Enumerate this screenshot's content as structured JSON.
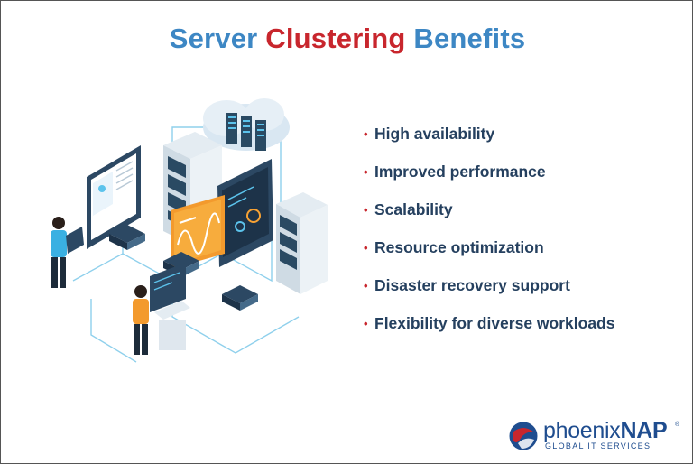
{
  "title": {
    "word1": "Server",
    "word2": "Clustering",
    "word3": "Benefits"
  },
  "benefits": [
    {
      "label": "High availability"
    },
    {
      "label": "Improved performance"
    },
    {
      "label": "Scalability"
    },
    {
      "label": "Resource optimization"
    },
    {
      "label": "Disaster recovery support"
    },
    {
      "label": "Flexibility for diverse workloads"
    }
  ],
  "logo": {
    "brand_prefix": "phoenix",
    "brand_suffix": "NAP",
    "registered": "®",
    "tagline": "GLOBAL IT SERVICES"
  },
  "colors": {
    "title_blue": "#3d87c4",
    "title_red": "#c8262d",
    "text_navy": "#25405f",
    "bullet_red": "#c8262d",
    "logo_blue": "#1f4d8f"
  }
}
